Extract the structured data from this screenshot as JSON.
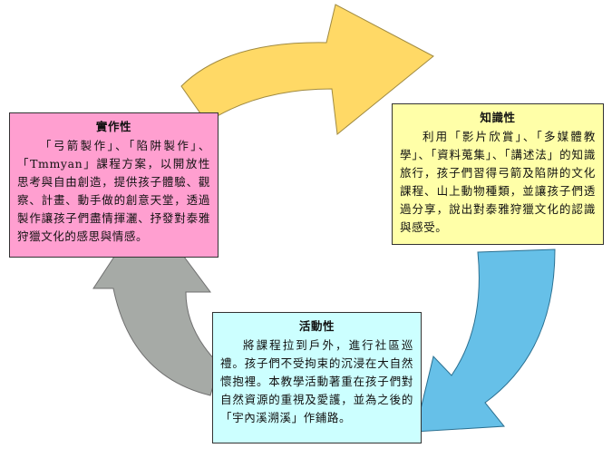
{
  "colors": {
    "top_arrow": "#ffd966",
    "right_arrow": "#66c0e8",
    "left_arrow": "#a6aaa6",
    "left_box": "#ff9fd0",
    "right_box": "#ffffa8",
    "bottom_box": "#ccffff"
  },
  "boxes": {
    "practice": {
      "title": "實作性",
      "text": "「弓箭製作」、「陷阱製作」、「Tmmyan」課程方案，以開放性思考與自由創造，提供孩子體驗、觀察、計畫、動手做的創意天堂，透過製作讓孩子們盡情揮灑、抒發對泰雅狩獵文化的感思與情感。"
    },
    "knowledge": {
      "title": "知識性",
      "text": "利用「影片欣賞」、「多媒體教學」、「資料蒐集」、「講述法」的知識旅行，孩子們習得弓箭及陷阱的文化課程、山上動物種類，並讓孩子們透過分享，說出對泰雅狩獵文化的認識與感受。"
    },
    "activity": {
      "title": "活動性",
      "text": "將課程拉到戶外，進行社區巡禮。孩子們不受拘束的沉浸在大自然懷抱裡。本教學活動著重在孩子們對自然資源的重視及愛護，並為之後的「宇內溪溯溪」作鋪路。"
    }
  }
}
